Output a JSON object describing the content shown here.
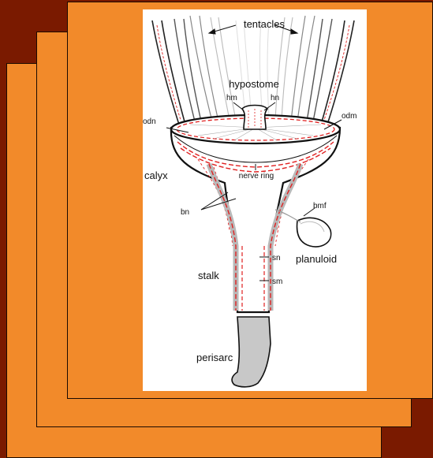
{
  "labels": {
    "tentacles": "tentacles",
    "hypostome": "hypostome",
    "hm": "hm",
    "hn": "hn",
    "odn": "odn",
    "odm": "odm",
    "calyx": "calyx",
    "nerve_ring": "nerve ring",
    "bn": "bn",
    "bmf": "bmf",
    "sn": "sn",
    "planuloid": "planuloid",
    "stalk": "stalk",
    "sm": "sm",
    "perisarc": "perisarc"
  },
  "colors": {
    "background": "#7a1a00",
    "sheet": "#f28a2a",
    "outline": "#111111",
    "nerve": "#e02020",
    "muscle": "#b9b9b9",
    "perisarc": "#c8c8c8"
  }
}
